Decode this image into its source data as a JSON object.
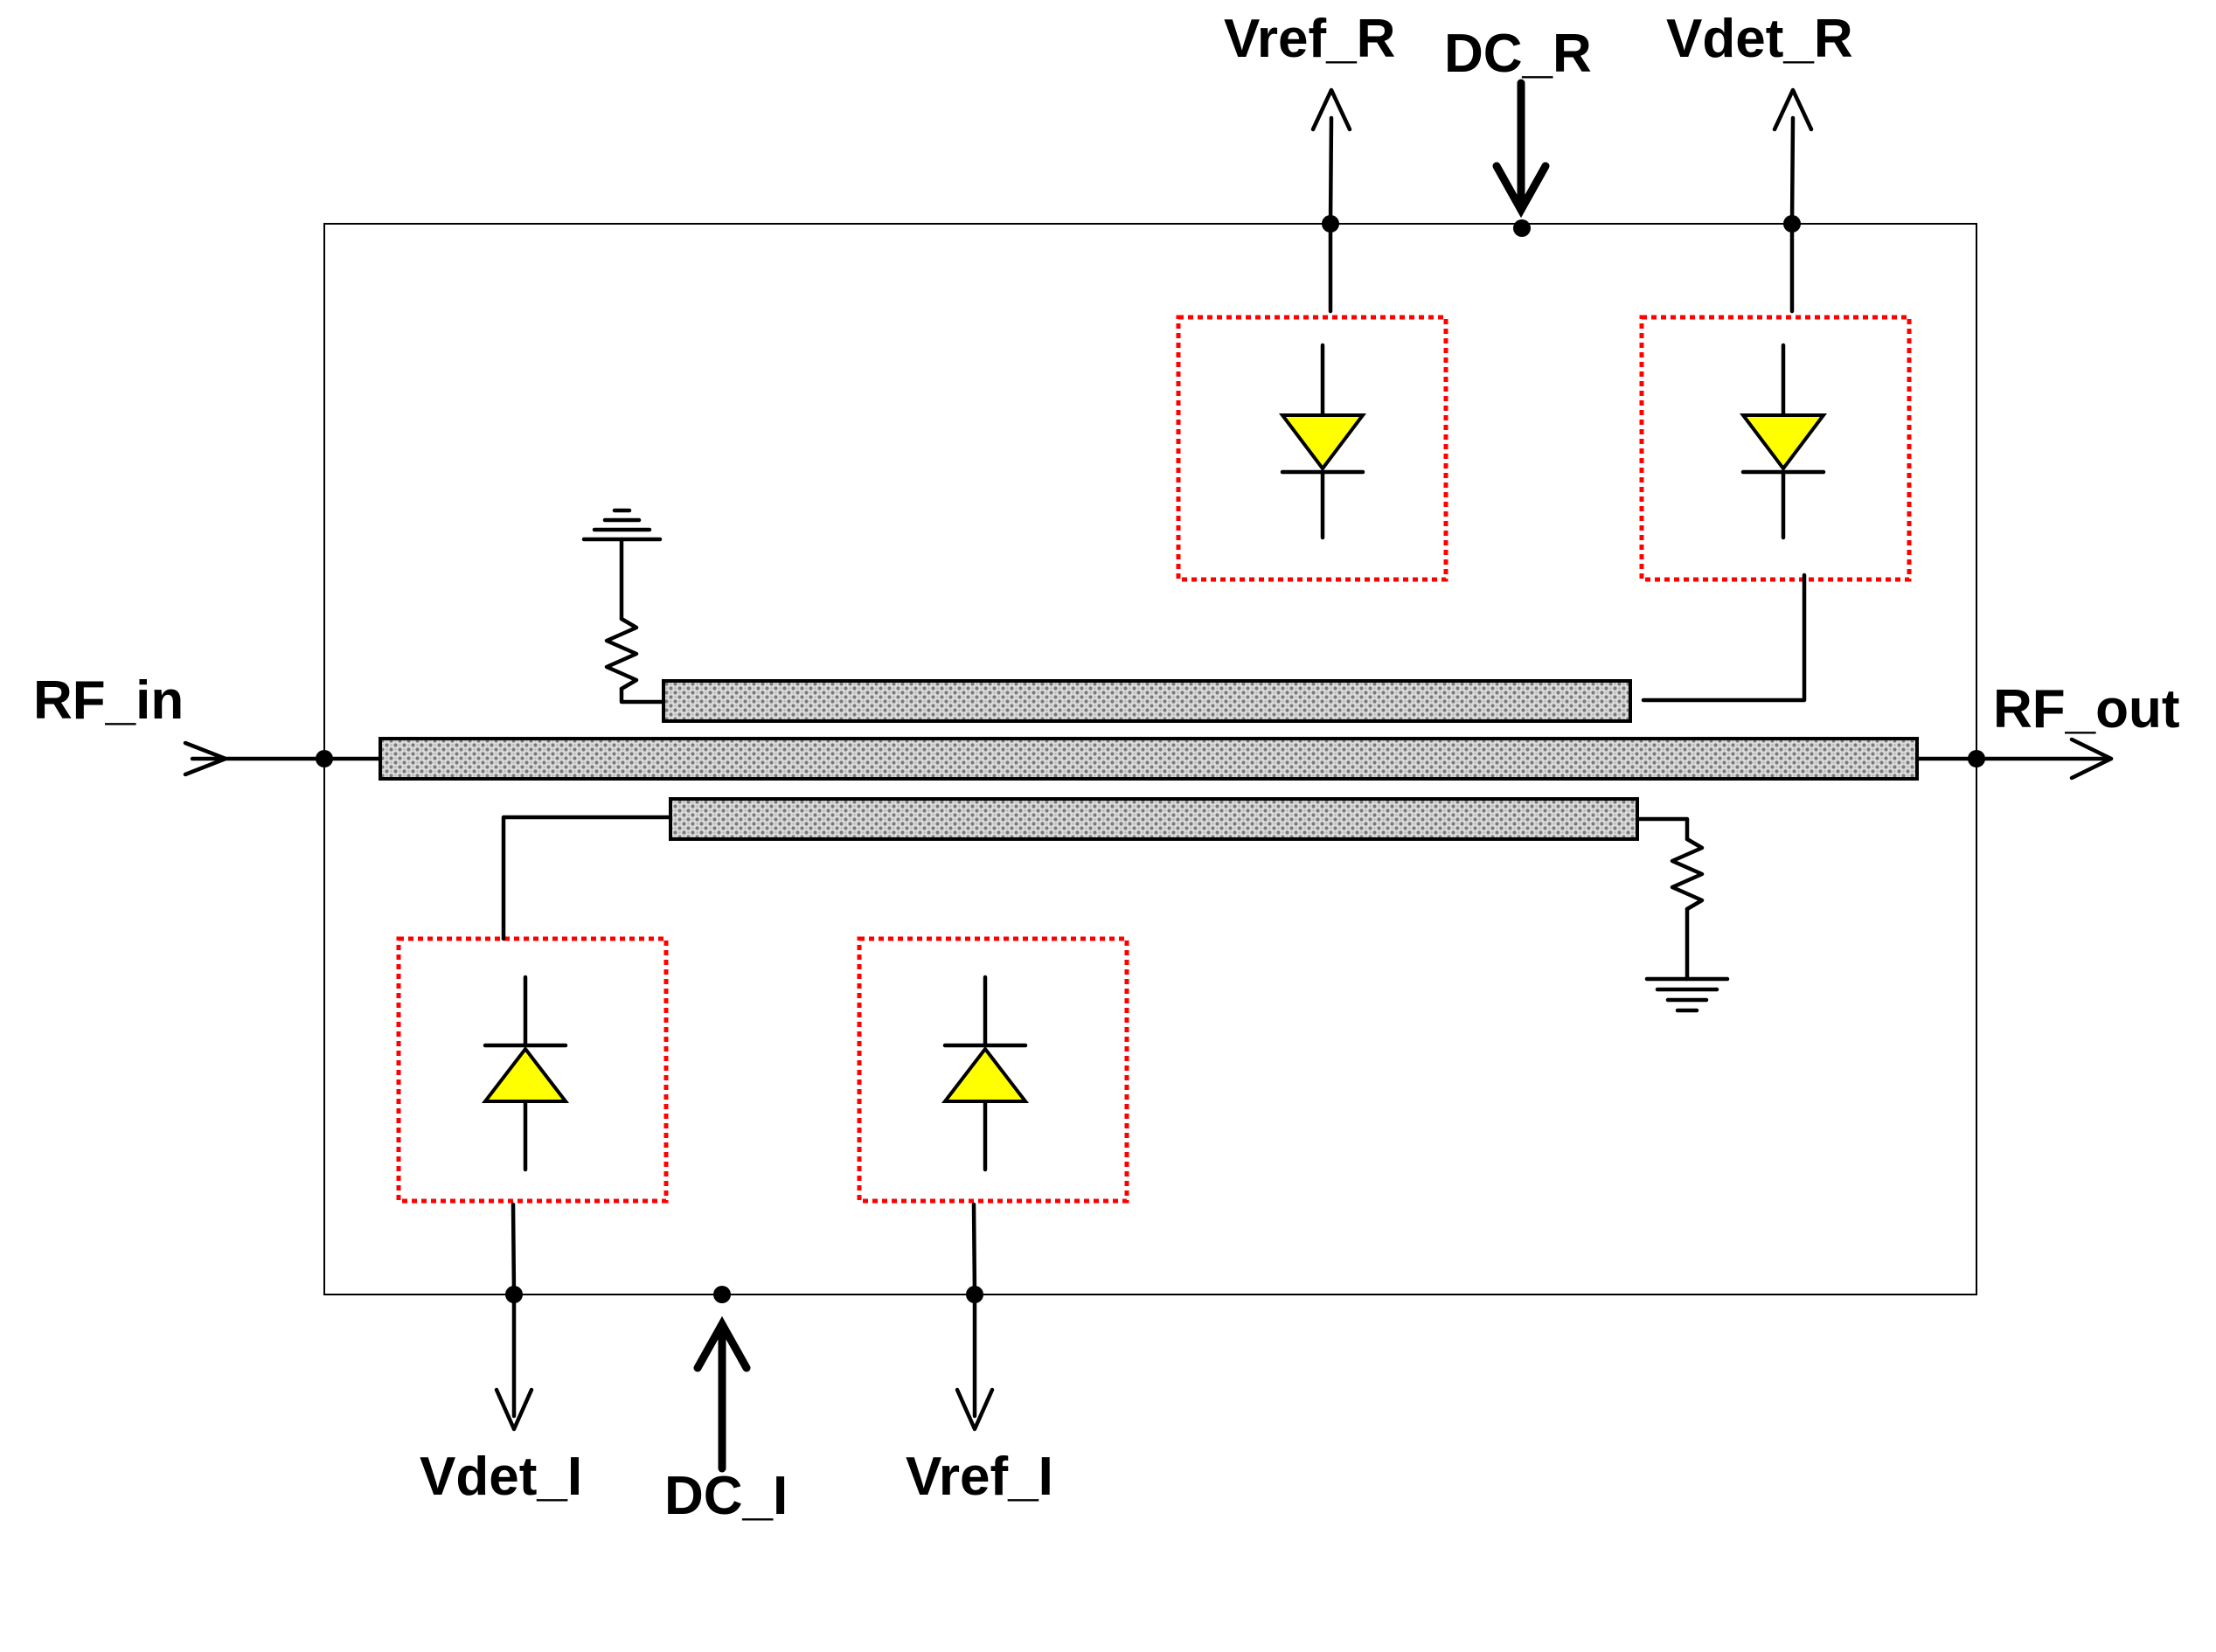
{
  "labels": {
    "rf_in": "RF_in",
    "rf_out": "RF_out",
    "vref_r": "Vref_R",
    "dc_r": "DC_R",
    "vdet_r": "Vdet_R",
    "vdet_l": "Vdet_I",
    "dc_l": "DC_I",
    "vref_l": "Vref_I"
  },
  "colors": {
    "diode_fill": "#ffff00",
    "detector_box": "#ff0000",
    "transmission_line": "#c8c8c8"
  }
}
